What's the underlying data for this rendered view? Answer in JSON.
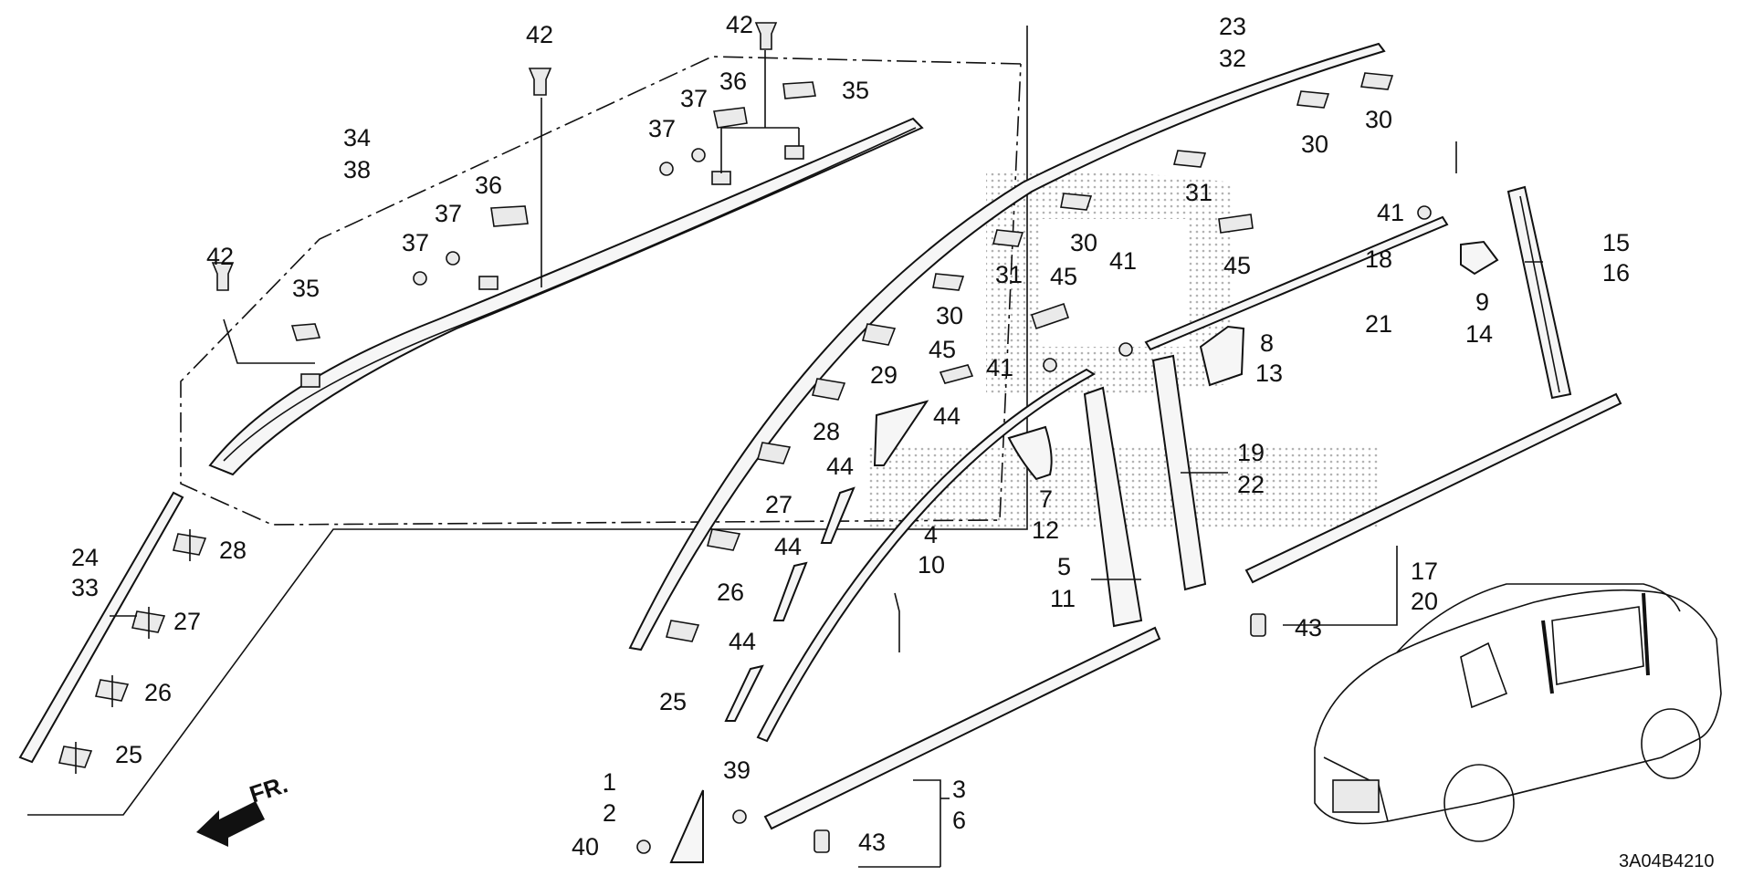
{
  "callouts": [
    {
      "id": "c42a",
      "text": "42"
    },
    {
      "id": "c42b",
      "text": "42"
    },
    {
      "id": "c42c",
      "text": "42"
    },
    {
      "id": "c36a",
      "text": "36"
    },
    {
      "id": "c36b",
      "text": "36"
    },
    {
      "id": "c35a",
      "text": "35"
    },
    {
      "id": "c35b",
      "text": "35"
    },
    {
      "id": "c37a",
      "text": "37"
    },
    {
      "id": "c37b",
      "text": "37"
    },
    {
      "id": "c37c",
      "text": "37"
    },
    {
      "id": "c37d",
      "text": "37"
    },
    {
      "id": "c34",
      "text": "34"
    },
    {
      "id": "c38",
      "text": "38"
    },
    {
      "id": "c23",
      "text": "23"
    },
    {
      "id": "c32",
      "text": "32"
    },
    {
      "id": "c30a",
      "text": "30"
    },
    {
      "id": "c30b",
      "text": "30"
    },
    {
      "id": "c30c",
      "text": "30"
    },
    {
      "id": "c30d",
      "text": "30"
    },
    {
      "id": "c31a",
      "text": "31"
    },
    {
      "id": "c31b",
      "text": "31"
    },
    {
      "id": "c41a",
      "text": "41"
    },
    {
      "id": "c41b",
      "text": "41"
    },
    {
      "id": "c41c",
      "text": "41"
    },
    {
      "id": "c45a",
      "text": "45"
    },
    {
      "id": "c45b",
      "text": "45"
    },
    {
      "id": "c45c",
      "text": "45"
    },
    {
      "id": "c15",
      "text": "15"
    },
    {
      "id": "c16",
      "text": "16"
    },
    {
      "id": "c18",
      "text": "18"
    },
    {
      "id": "c21",
      "text": "21"
    },
    {
      "id": "c9",
      "text": "9"
    },
    {
      "id": "c14",
      "text": "14"
    },
    {
      "id": "c8",
      "text": "8"
    },
    {
      "id": "c13",
      "text": "13"
    },
    {
      "id": "c29",
      "text": "29"
    },
    {
      "id": "c28a",
      "text": "28"
    },
    {
      "id": "c28b",
      "text": "28"
    },
    {
      "id": "c27a",
      "text": "27"
    },
    {
      "id": "c27b",
      "text": "27"
    },
    {
      "id": "c26a",
      "text": "26"
    },
    {
      "id": "c26b",
      "text": "26"
    },
    {
      "id": "c25a",
      "text": "25"
    },
    {
      "id": "c25b",
      "text": "25"
    },
    {
      "id": "c44a",
      "text": "44"
    },
    {
      "id": "c44b",
      "text": "44"
    },
    {
      "id": "c44c",
      "text": "44"
    },
    {
      "id": "c44d",
      "text": "44"
    },
    {
      "id": "c7",
      "text": "7"
    },
    {
      "id": "c12",
      "text": "12"
    },
    {
      "id": "c4",
      "text": "4"
    },
    {
      "id": "c10",
      "text": "10"
    },
    {
      "id": "c5",
      "text": "5"
    },
    {
      "id": "c11",
      "text": "11"
    },
    {
      "id": "c19",
      "text": "19"
    },
    {
      "id": "c22",
      "text": "22"
    },
    {
      "id": "c17",
      "text": "17"
    },
    {
      "id": "c20",
      "text": "20"
    },
    {
      "id": "c43a",
      "text": "43"
    },
    {
      "id": "c43b",
      "text": "43"
    },
    {
      "id": "c24",
      "text": "24"
    },
    {
      "id": "c33",
      "text": "33"
    },
    {
      "id": "c1",
      "text": "1"
    },
    {
      "id": "c2",
      "text": "2"
    },
    {
      "id": "c39",
      "text": "39"
    },
    {
      "id": "c40",
      "text": "40"
    },
    {
      "id": "c3",
      "text": "3"
    },
    {
      "id": "c6",
      "text": "6"
    }
  ],
  "direction_label": "FR.",
  "diagram_code": "3A04B4210",
  "colors": {
    "ink": "#111111",
    "background": "#ffffff",
    "watermark": "#9a9a9a"
  }
}
